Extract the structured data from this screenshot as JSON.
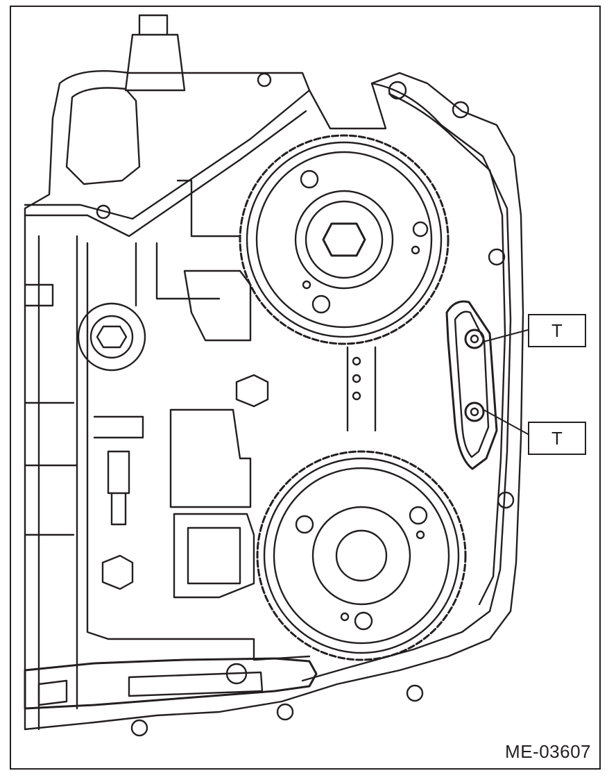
{
  "figure_id": "ME-03607",
  "callouts": [
    {
      "label": "T"
    },
    {
      "label": "T"
    }
  ],
  "colors": {
    "line": "#231f20",
    "background": "#ffffff"
  }
}
